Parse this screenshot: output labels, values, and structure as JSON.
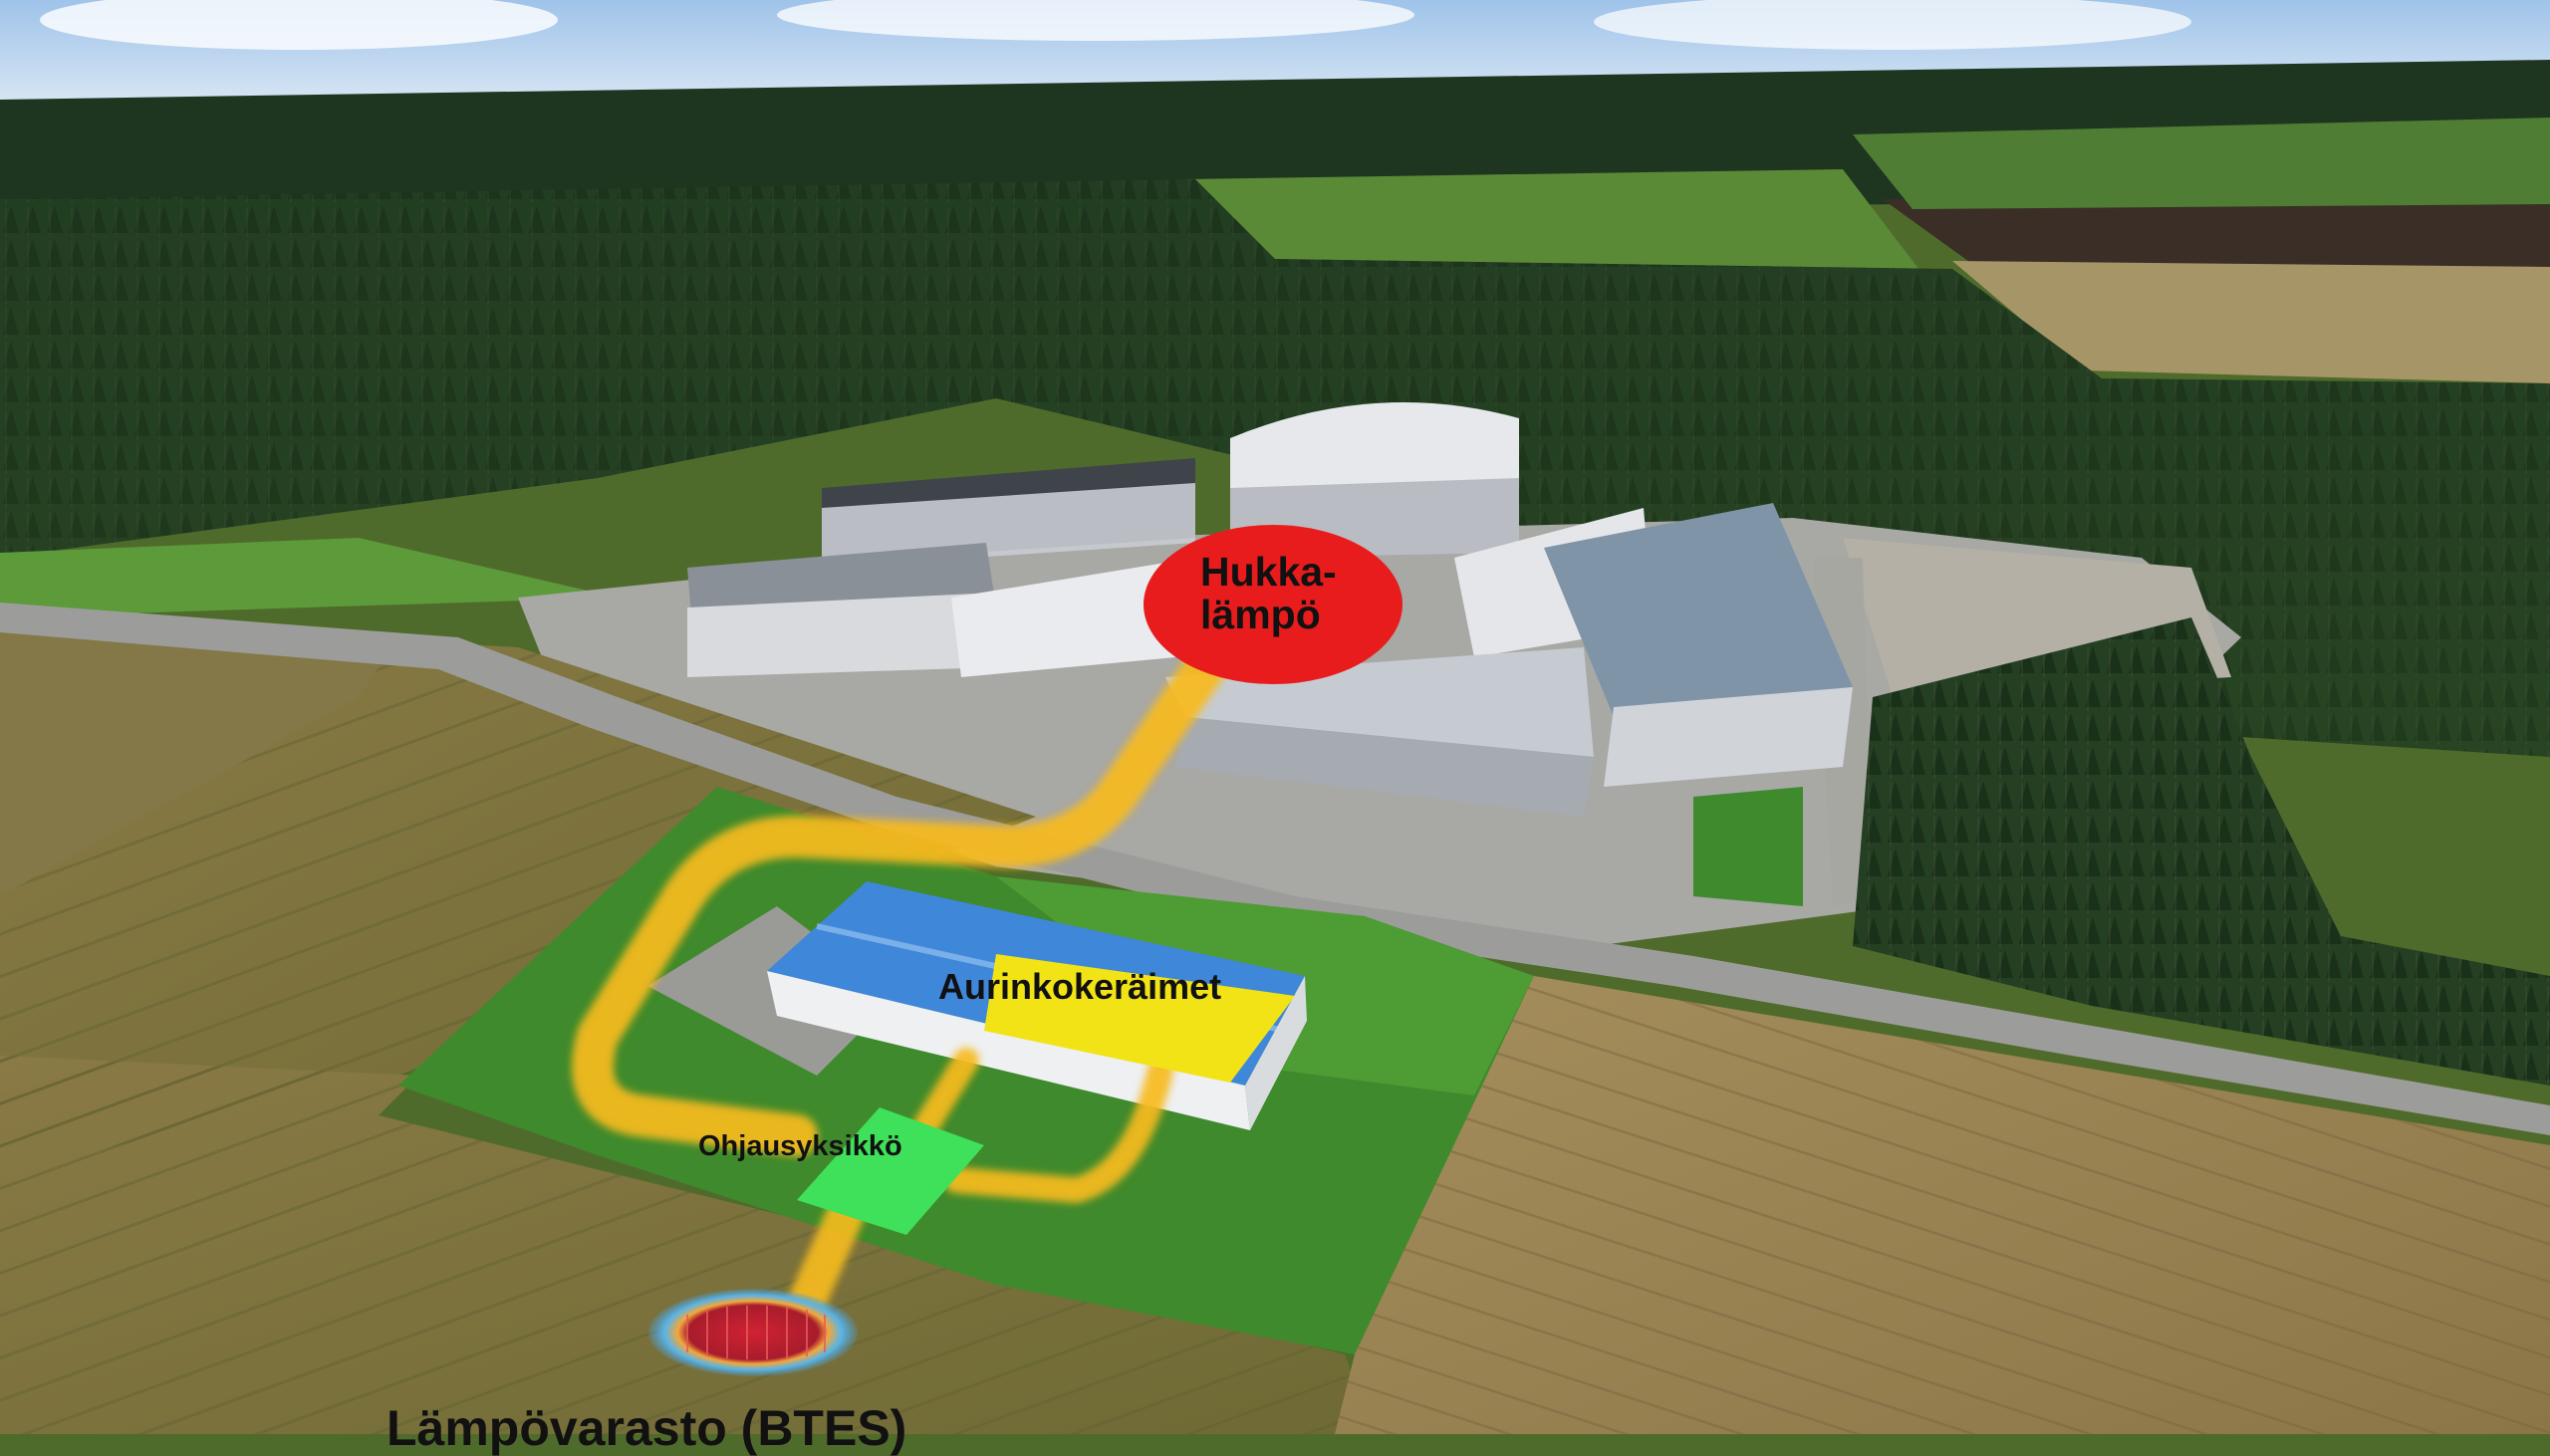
{
  "labels": {
    "waste_heat_line1": "Hukka-",
    "waste_heat_line2": "lämpö",
    "solar_collectors": "Aurinkokeräimet",
    "control_unit": "Ohjausyksikkö",
    "heat_storage": "Lämpövarasto (BTES)"
  },
  "colors": {
    "heat_pipe": "#f7bb1e",
    "waste_heat_marker": "#e81c1c",
    "solar_panel_marker": "#f2e316",
    "control_unit_marker": "#3fe05a",
    "storage_ring": "#5fb6ea",
    "storage_core": "#b8222e"
  }
}
